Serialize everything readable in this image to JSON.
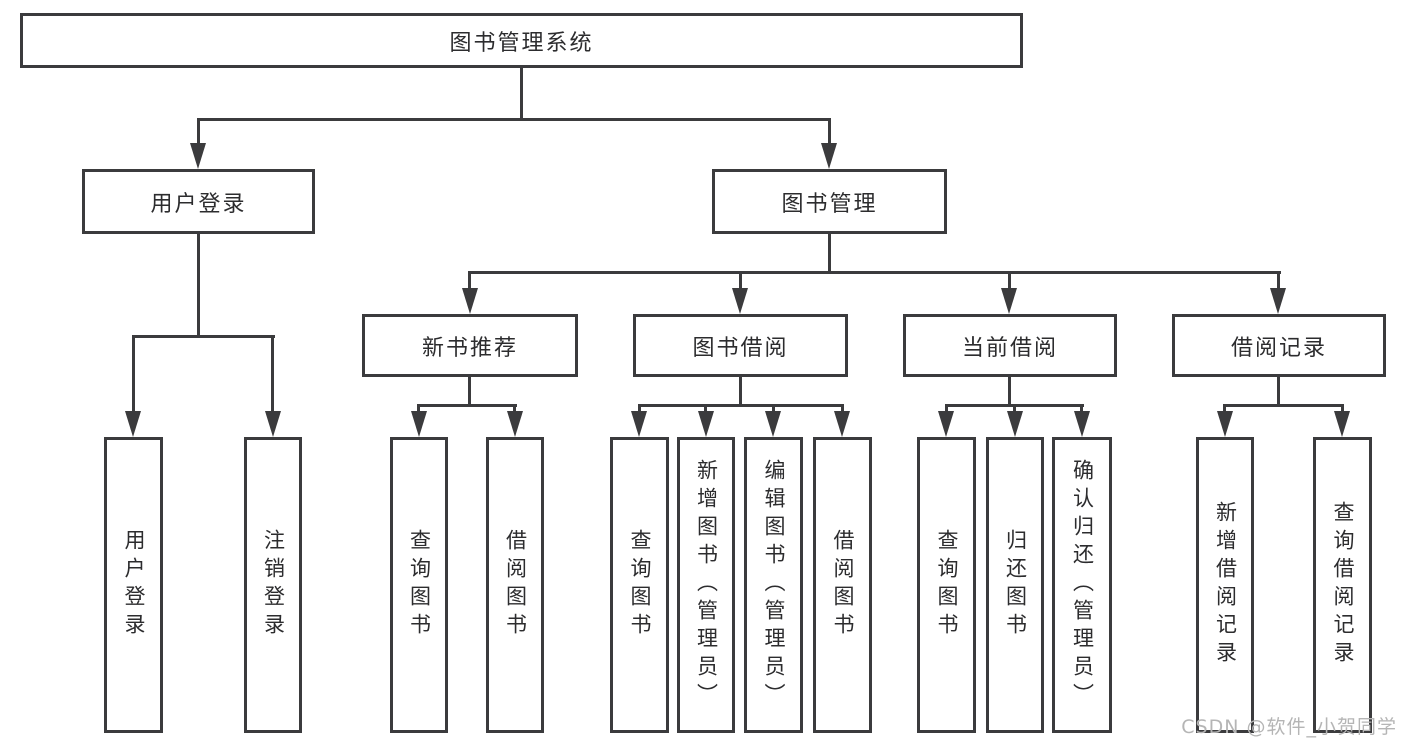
{
  "colors": {
    "line": "#3b3b3d",
    "text": "#2c2c2e",
    "background": "#ffffff",
    "watermark": "#b5b5b5"
  },
  "nodes": {
    "root": {
      "label": "图书管理系统"
    },
    "user_login": {
      "label": "用户登录"
    },
    "book_mgmt": {
      "label": "图书管理"
    },
    "new_books": {
      "label": "新书推荐"
    },
    "book_borrow": {
      "label": "图书借阅"
    },
    "current_borrow": {
      "label": "当前借阅"
    },
    "borrow_records": {
      "label": "借阅记录"
    },
    "leaf_user_login": {
      "label": "用户登录"
    },
    "leaf_logout": {
      "label": "注销登录"
    },
    "leaf_nb_query": {
      "label": "查询图书"
    },
    "leaf_nb_borrow": {
      "label": "借阅图书"
    },
    "leaf_bb_query": {
      "label": "查询图书"
    },
    "leaf_bb_add": {
      "label": "新增图书（管理员）"
    },
    "leaf_bb_edit": {
      "label": "编辑图书（管理员）"
    },
    "leaf_bb_borrow": {
      "label": "借阅图书"
    },
    "leaf_cb_query": {
      "label": "查询图书"
    },
    "leaf_cb_return": {
      "label": "归还图书"
    },
    "leaf_cb_confirm": {
      "label": "确认归还（管理员）"
    },
    "leaf_br_add": {
      "label": "新增借阅记录"
    },
    "leaf_br_query": {
      "label": "查询借阅记录"
    }
  },
  "edges": [
    {
      "from": "root",
      "to": "user_login"
    },
    {
      "from": "root",
      "to": "book_mgmt"
    },
    {
      "from": "user_login",
      "to": "leaf_user_login"
    },
    {
      "from": "user_login",
      "to": "leaf_logout"
    },
    {
      "from": "book_mgmt",
      "to": "new_books"
    },
    {
      "from": "book_mgmt",
      "to": "book_borrow"
    },
    {
      "from": "book_mgmt",
      "to": "current_borrow"
    },
    {
      "from": "book_mgmt",
      "to": "borrow_records"
    },
    {
      "from": "new_books",
      "to": "leaf_nb_query"
    },
    {
      "from": "new_books",
      "to": "leaf_nb_borrow"
    },
    {
      "from": "book_borrow",
      "to": "leaf_bb_query"
    },
    {
      "from": "book_borrow",
      "to": "leaf_bb_add"
    },
    {
      "from": "book_borrow",
      "to": "leaf_bb_edit"
    },
    {
      "from": "book_borrow",
      "to": "leaf_bb_borrow"
    },
    {
      "from": "current_borrow",
      "to": "leaf_cb_query"
    },
    {
      "from": "current_borrow",
      "to": "leaf_cb_return"
    },
    {
      "from": "current_borrow",
      "to": "leaf_cb_confirm"
    },
    {
      "from": "borrow_records",
      "to": "leaf_br_add"
    },
    {
      "from": "borrow_records",
      "to": "leaf_br_query"
    }
  ],
  "watermark": {
    "text": "CSDN @软件_小贺同学"
  }
}
